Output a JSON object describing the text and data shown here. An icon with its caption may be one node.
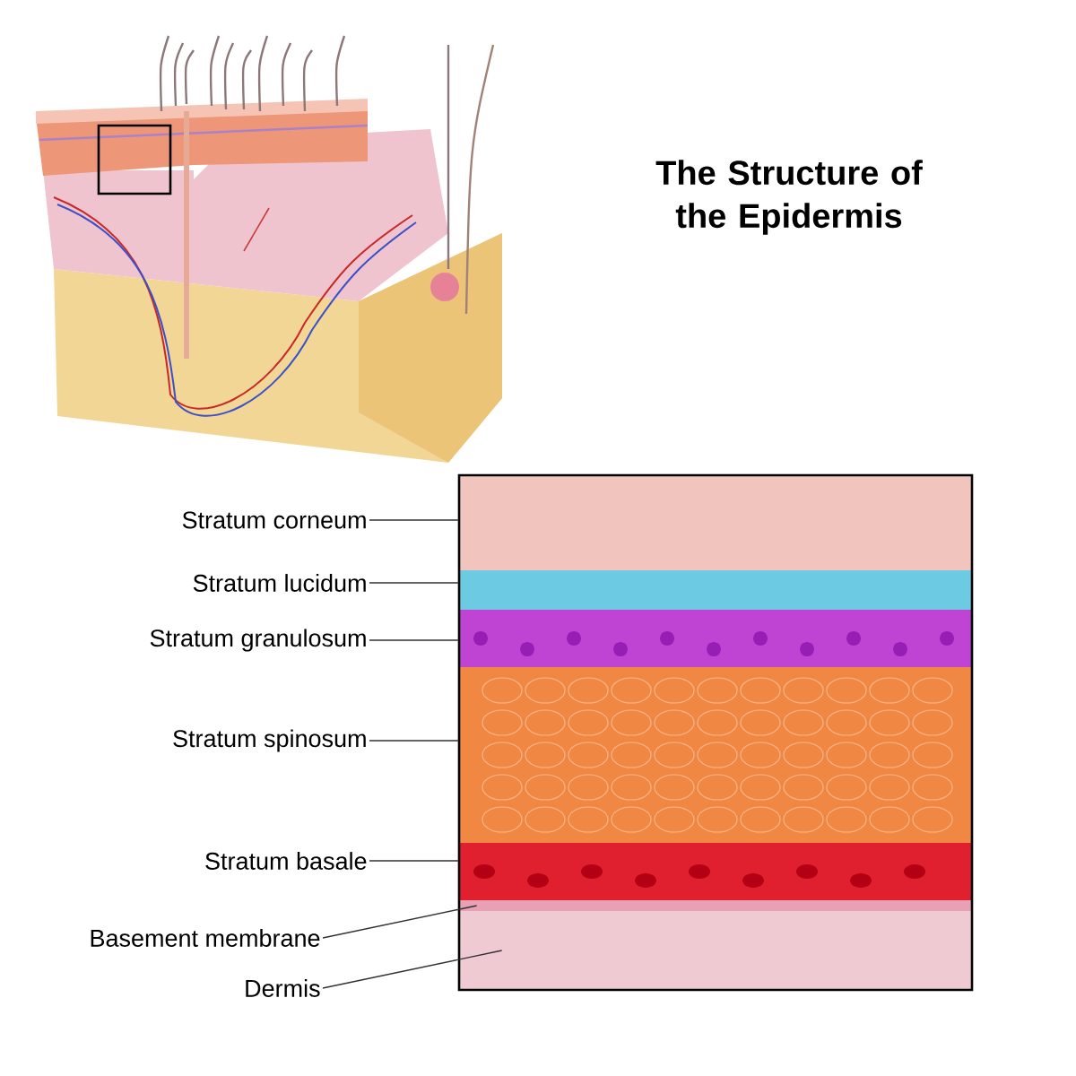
{
  "diagram": {
    "title": "The Structure of the Epidermis",
    "nodes": [
      {
        "text": [
          "Stratum corneum"
        ]
      },
      {
        "text": [
          "Stratum lucidum"
        ]
      },
      {
        "text": [
          "Stratum granulosum"
        ]
      },
      {
        "text": [
          "Stratum spinosum"
        ]
      },
      {
        "text": [
          "Stratum basale"
        ]
      },
      {
        "text": [
          "Basement membrane"
        ]
      },
      {
        "text": [
          "Dermis"
        ]
      },
      {
        "text": [],
        "shape": "band"
      },
      {
        "text": [],
        "shape": "band"
      },
      {
        "text": [],
        "shape": "band"
      },
      {
        "text": [],
        "shape": "band"
      },
      {
        "text": [],
        "shape": "band"
      },
      {
        "text": [],
        "shape": "band"
      },
      {
        "text": [],
        "shape": "band"
      }
    ],
    "edges": [
      {
        "from": 0,
        "to": 7,
        "arrow": "none"
      },
      {
        "from": 1,
        "to": 8,
        "arrow": "none"
      },
      {
        "from": 2,
        "to": 9,
        "arrow": "none"
      },
      {
        "from": 3,
        "to": 10,
        "arrow": "none"
      },
      {
        "from": 4,
        "to": 11,
        "arrow": "none"
      },
      {
        "from": 5,
        "to": 12,
        "arrow": "none"
      },
      {
        "from": 6,
        "to": 13,
        "arrow": "none"
      }
    ]
  }
}
